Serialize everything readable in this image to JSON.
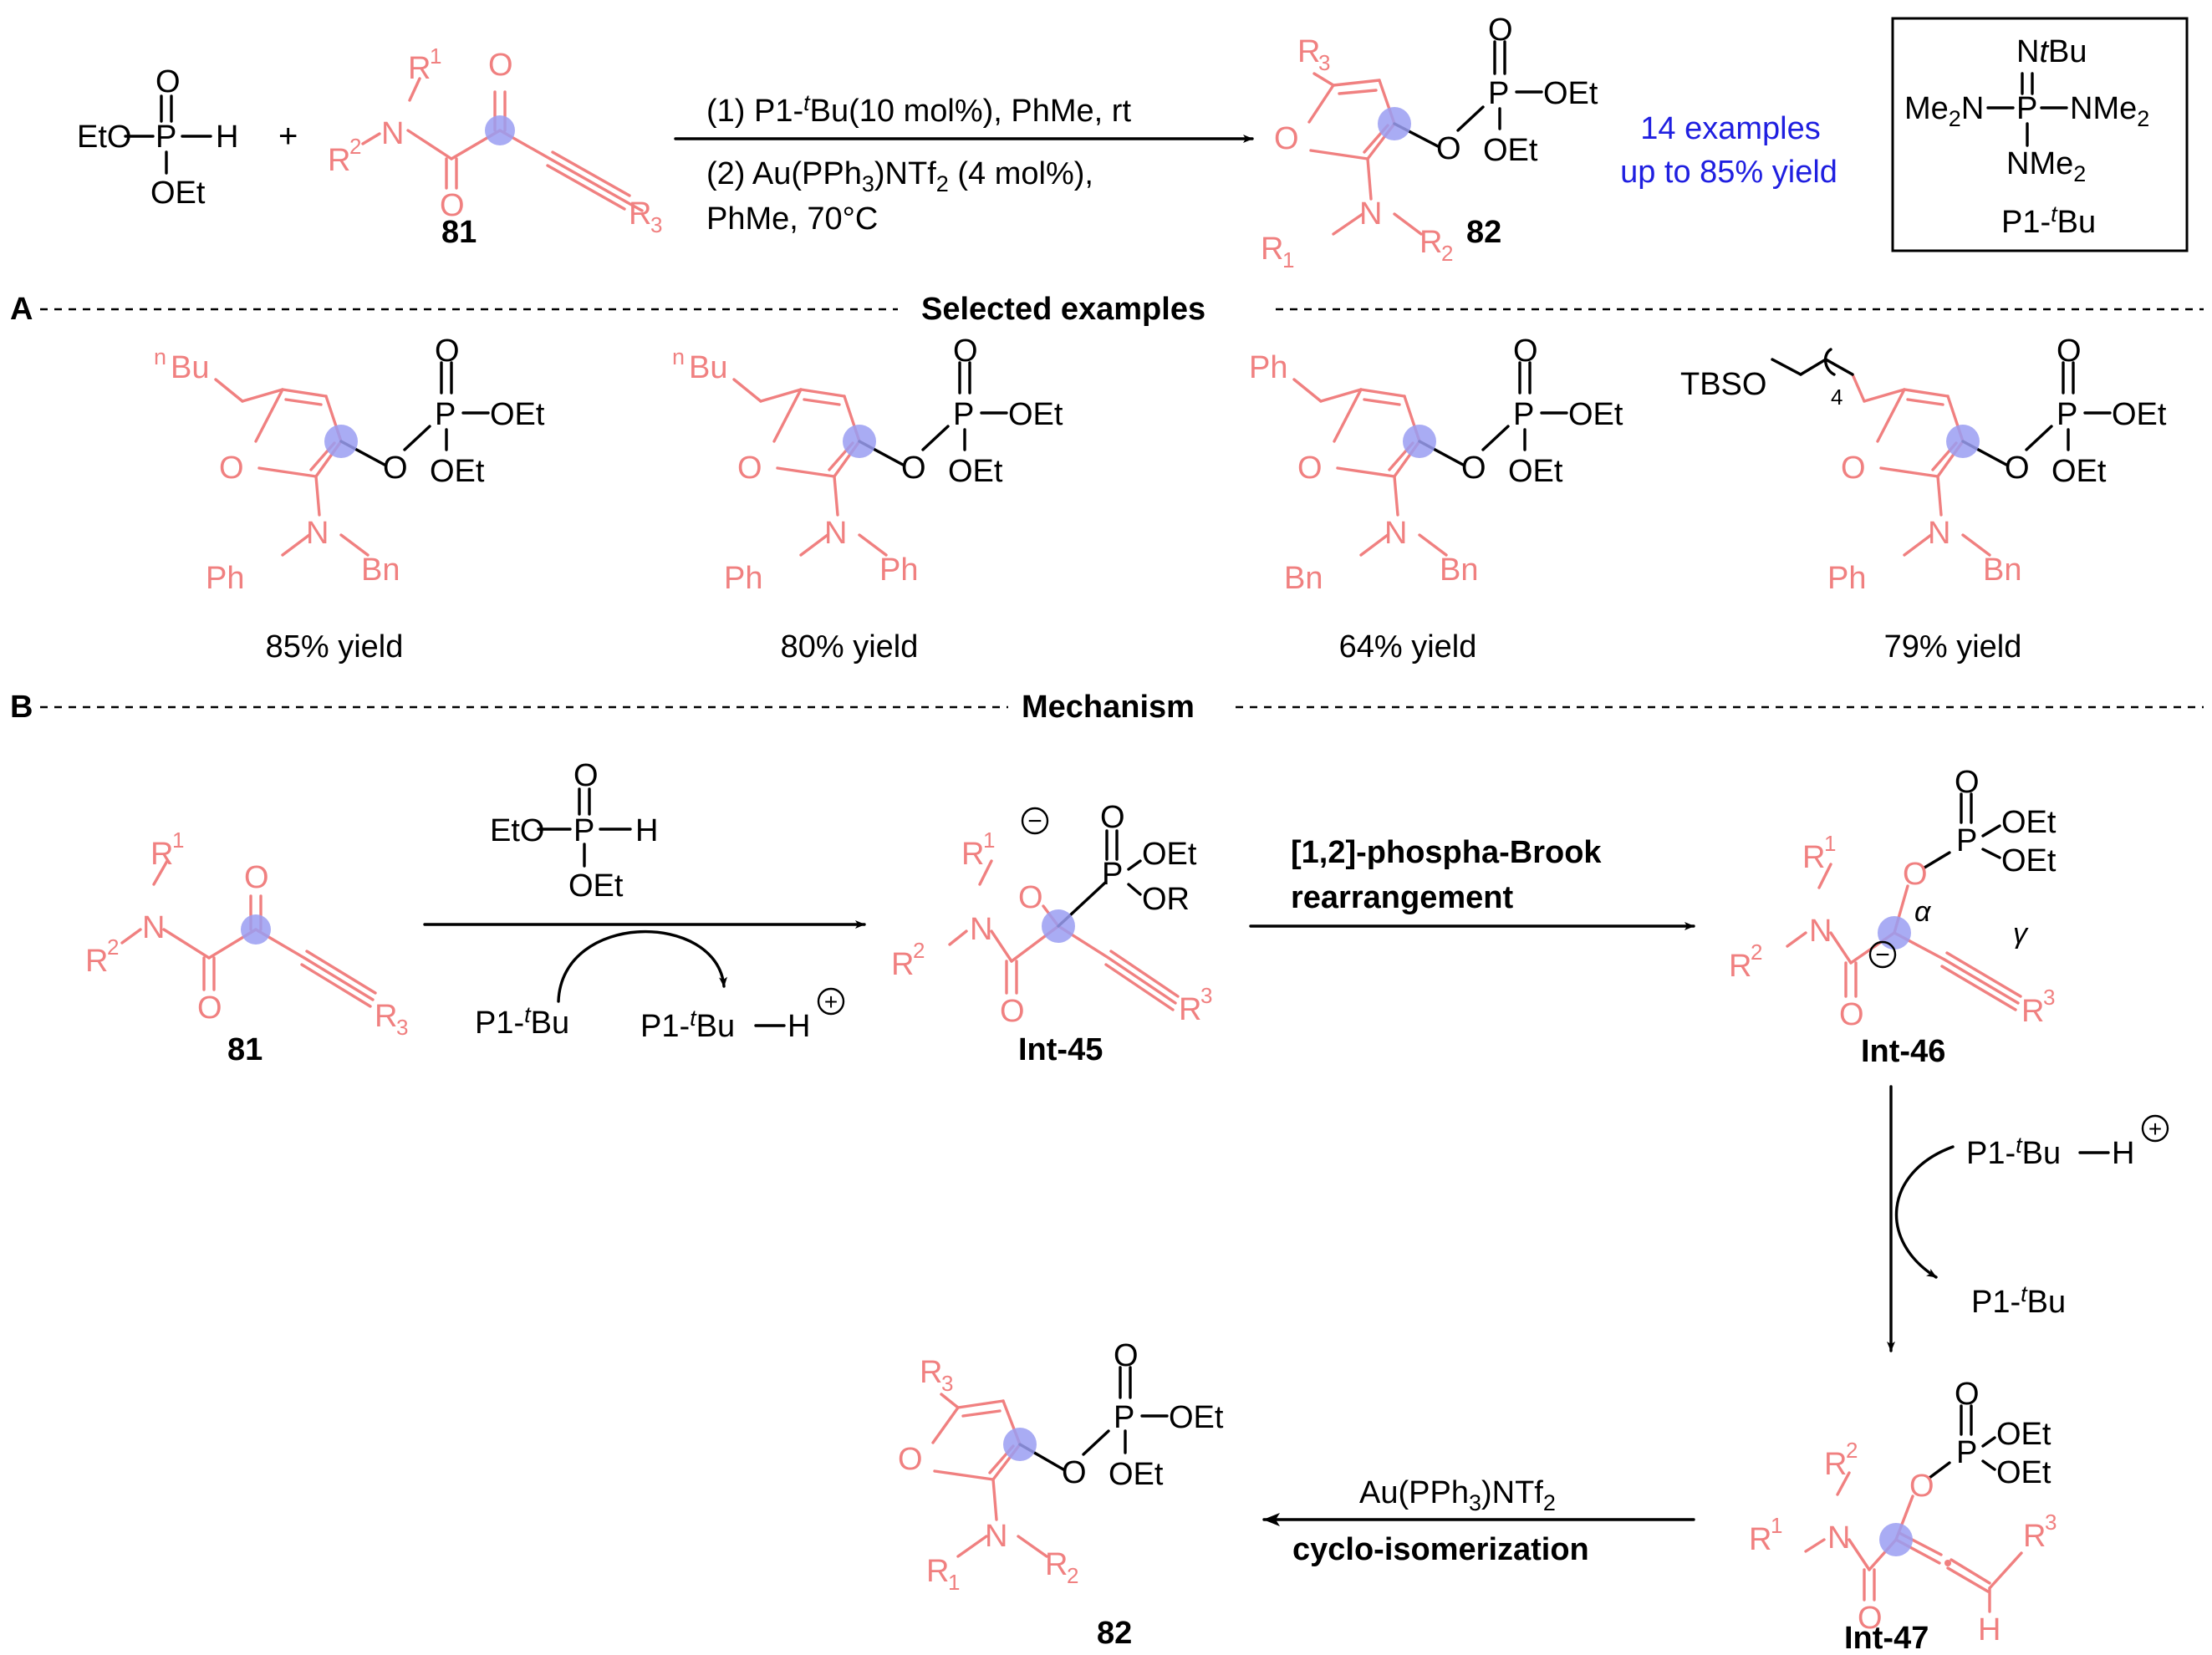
{
  "colors": {
    "substrate": "#f08080",
    "highlight_dot": "#9a9ef2",
    "summary_text": "#1f1fe0",
    "ink": "#000000"
  },
  "top_scheme": {
    "reagent_left": {
      "eto": "EtO",
      "p": "P",
      "h": "H",
      "o": "O",
      "oet": "OEt",
      "plus": "+"
    },
    "substrate_81": {
      "label": "81",
      "n": "N",
      "r": "R",
      "sup1": "1",
      "sup2": "2",
      "o": "O",
      "r3": "R",
      "r3sub": "3"
    },
    "conditions": {
      "step1_pre": "(1) P1-",
      "step1_t": "t",
      "step1_post": "Bu(10 mol%), PhMe, rt",
      "step2_pre": "(2) Au(PPh",
      "step2_sub3": "3",
      "step2_mid": ")NTf",
      "step2_sub2": "2",
      "step2_post": " (4 mol%),",
      "step2_line2": "PhMe, 70°C"
    },
    "product_82": {
      "label": "82",
      "r3": "R",
      "r3sub": "3",
      "o": "O",
      "n": "N",
      "r1": "R",
      "r1sub": "1",
      "r2": "R",
      "r2sub": "2",
      "p": "P",
      "oet": "OEt"
    },
    "summary_line1": "14 examples",
    "summary_line2": "up to 85% yield",
    "catalyst_box": {
      "ntbu_n": "N",
      "ntbu_t": "t",
      "ntbu_bu": "Bu",
      "me2n": "Me",
      "me2n_sub": "2",
      "me2n_n": "N",
      "p": "P",
      "nme2": "NMe",
      "nme2_sub": "2",
      "name_pre": "P1-",
      "name_t": "t",
      "name_bu": "Bu"
    }
  },
  "section_a": {
    "letter": "A",
    "title": "Selected examples",
    "examples": [
      {
        "r5_pre": "",
        "r5_sup": "n",
        "r5": "Bu",
        "n_left": "Ph",
        "n_right": "Bn",
        "yield": "85% yield"
      },
      {
        "r5_pre": "",
        "r5_sup": "n",
        "r5": "Bu",
        "n_left": "Ph",
        "n_right": "Ph",
        "yield": "80% yield"
      },
      {
        "r5_pre": "",
        "r5_sup": "",
        "r5": "Ph",
        "n_left": "Bn",
        "n_right": "Bn",
        "yield": "64% yield"
      },
      {
        "r5_pre": "TBSO",
        "r5_sup": "",
        "r5": "",
        "chain_sub": "4",
        "n_left": "Ph",
        "n_right": "Bn",
        "yield": "79% yield"
      }
    ],
    "atoms": {
      "o": "O",
      "n": "N",
      "p": "P",
      "oet": "OEt"
    }
  },
  "section_b": {
    "letter": "B",
    "title": "Mechanism",
    "step1": {
      "reagent": {
        "eto": "EtO",
        "p": "P",
        "h": "H",
        "o": "O",
        "oet": "OEt"
      },
      "base_pre": "P1-",
      "base_t": "t",
      "base_bu": "Bu",
      "acid_pre": "P1-",
      "acid_t": "t",
      "acid_bu": "Bu",
      "acid_h": "H",
      "plus": "+"
    },
    "int45": {
      "label": "Int-45",
      "minus": "−",
      "p": "P",
      "oet": "OEt",
      "or": "OR",
      "o": "O"
    },
    "step2_line1": "[1,2]-phospha-Brook",
    "step2_line2": "rearrangement",
    "int46": {
      "label": "Int-46",
      "alpha": "α",
      "gamma": "γ",
      "minus": "−",
      "p": "P",
      "oet": "OEt",
      "o": "O"
    },
    "step3": {
      "acid_pre": "P1-",
      "acid_t": "t",
      "acid_bu": "Bu",
      "acid_h": "H",
      "plus": "+",
      "base_pre": "P1-",
      "base_t": "t",
      "base_bu": "Bu"
    },
    "int47": {
      "label": "Int-47",
      "p": "P",
      "oet": "OEt",
      "o": "O",
      "h": "H"
    },
    "step4_line1_pre": "Au(PPh",
    "step4_sub3": "3",
    "step4_mid": ")NTf",
    "step4_sub2": "2",
    "step4_line2": "cyclo-isomerization",
    "product_label": "82"
  }
}
